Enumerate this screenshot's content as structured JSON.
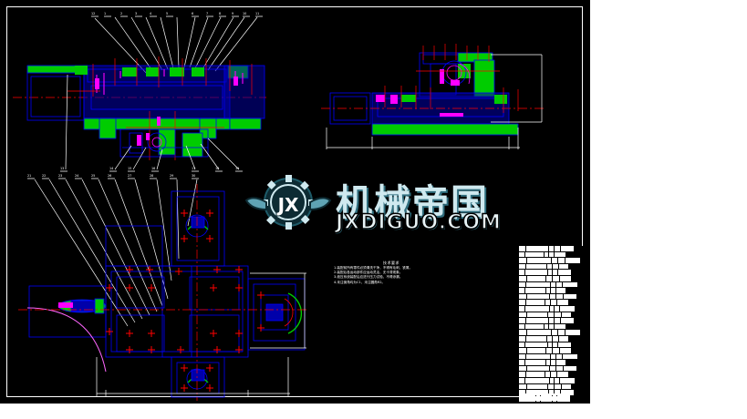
{
  "document": {
    "type": "cad-drawing",
    "background_color": "#000000",
    "page_color": "#ffffff",
    "frame_color": "#ffffff",
    "colors": {
      "outline": "#0000ff",
      "hatch": "#00cc00",
      "detail": "#ff00ff",
      "centerline": "#ff0000",
      "annotation": "#ffffff"
    }
  },
  "views": {
    "top_left": {
      "name": "assembly-section-front-view",
      "label": ""
    },
    "top_right": {
      "name": "assembly-side-elevation-view",
      "label": ""
    },
    "bottom_left": {
      "name": "assembly-plan-view",
      "label": ""
    }
  },
  "balloons": {
    "top_row": [
      "1",
      "2",
      "3",
      "4",
      "5",
      "6",
      "7",
      "8",
      "9",
      "10",
      "11",
      "12"
    ],
    "mid_row": [
      "13",
      "14",
      "15",
      "16",
      "17",
      "18",
      "19",
      "20"
    ],
    "left_row": [
      "21",
      "22",
      "23",
      "24",
      "25",
      "26",
      "27",
      "28",
      "29",
      "30"
    ]
  },
  "notes": {
    "heading": "技术要求",
    "lines": [
      "1.装配前所有零件必须清洗干净，不得有毛刺、铁屑。",
      "2.装配后各运动部件应运动灵活，无卡滞现象。",
      "3.液压系统装配后应进行压力试验，不得渗漏。",
      "4.未注倒角均为C1，未注圆角R2。"
    ]
  },
  "bom": {
    "title_cells": [
      "设计",
      "校核",
      "比例",
      "共1张",
      "第1张"
    ],
    "columns": [
      "序号",
      "名称",
      "数量",
      "材料",
      "备注"
    ],
    "row_count": 26
  },
  "watermark": {
    "title": "机械帝国",
    "subtitle": "JXDIGUO.COM",
    "logo_text": "JX",
    "logo_name": "gear-wings-logo",
    "color": "#cfe9ef",
    "shadow_color": "#2f6d7d"
  }
}
